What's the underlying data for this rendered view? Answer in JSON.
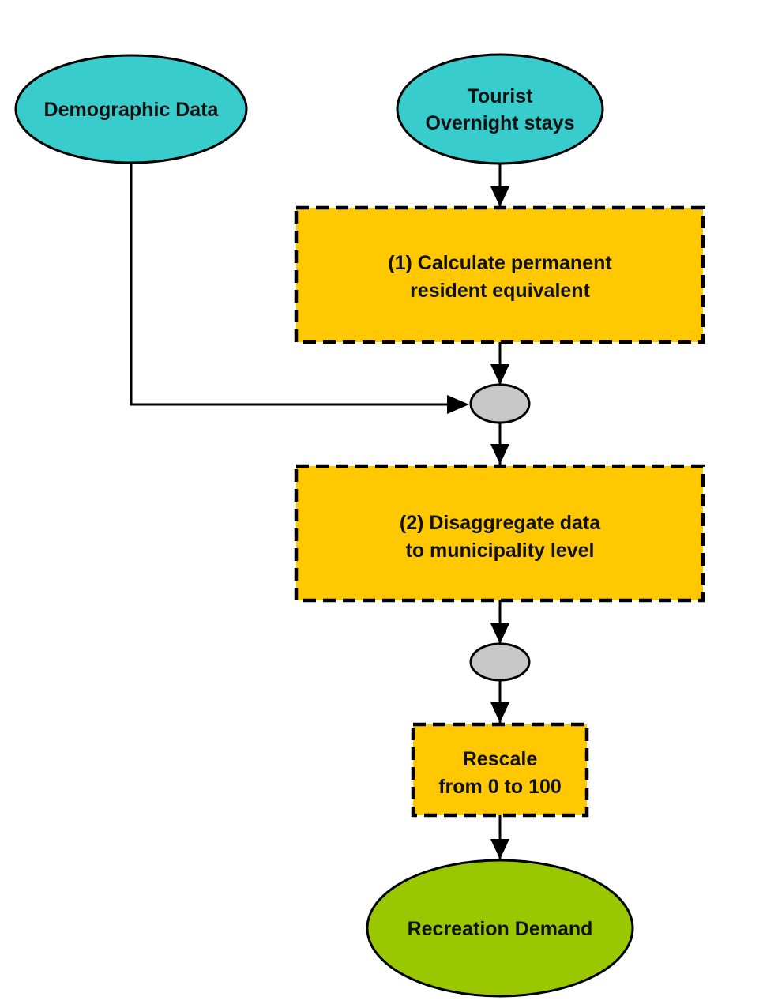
{
  "colors": {
    "input_fill": "#38cccc",
    "process_fill": "#ffc800",
    "junction_fill": "#c8c8c8",
    "output_fill": "#9ac800",
    "stroke": "#000000"
  },
  "nodes": {
    "demographic": {
      "shape": "ellipse",
      "lines": [
        "Demographic Data"
      ]
    },
    "tourist": {
      "shape": "ellipse",
      "lines": [
        "Tourist",
        "Overnight stays"
      ]
    },
    "step1": {
      "shape": "dashed-rectangle",
      "lines": [
        "(1) Calculate permanent",
        "resident equivalent"
      ]
    },
    "junction1": {
      "shape": "small-ellipse",
      "lines": []
    },
    "step2": {
      "shape": "dashed-rectangle",
      "lines": [
        "(2) Disaggregate data",
        "to municipality level"
      ]
    },
    "junction2": {
      "shape": "small-ellipse",
      "lines": []
    },
    "rescale": {
      "shape": "dashed-rectangle",
      "lines": [
        "Rescale",
        "from 0 to 100"
      ]
    },
    "output": {
      "shape": "ellipse",
      "lines": [
        "Recreation Demand"
      ]
    }
  },
  "edges": [
    {
      "from": "tourist",
      "to": "step1"
    },
    {
      "from": "step1",
      "to": "junction1"
    },
    {
      "from": "demographic",
      "to": "junction1"
    },
    {
      "from": "junction1",
      "to": "step2"
    },
    {
      "from": "step2",
      "to": "junction2"
    },
    {
      "from": "junction2",
      "to": "rescale"
    },
    {
      "from": "rescale",
      "to": "output"
    }
  ]
}
